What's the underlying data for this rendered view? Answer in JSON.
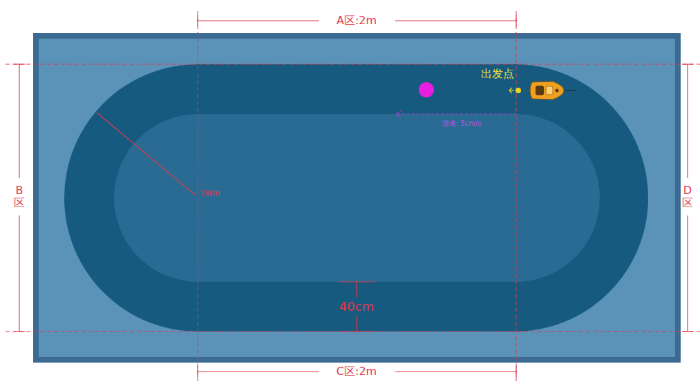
{
  "diagram": {
    "labels": [
      "A区:2m",
      "B区",
      "C区:2m",
      "D区",
      "28cm",
      "出发点",
      "游速: 5cm/s",
      "40cm"
    ]
  }
}
